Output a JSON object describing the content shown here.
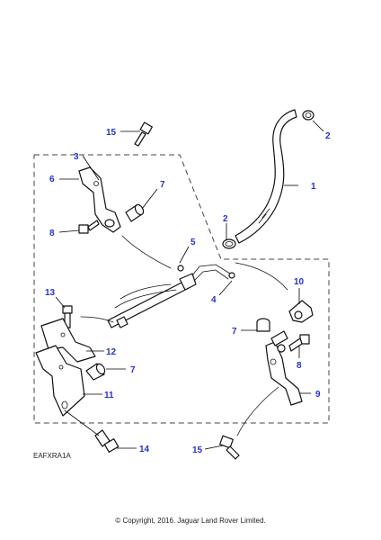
{
  "callouts": {
    "c1": "1",
    "c2a": "2",
    "c2b": "2",
    "c3": "3",
    "c4": "4",
    "c5": "5",
    "c6": "6",
    "c7a": "7",
    "c7b": "7",
    "c7c": "7",
    "c8a": "8",
    "c8b": "8",
    "c9": "9",
    "c10": "10",
    "c11": "11",
    "c12": "12",
    "c13": "13",
    "c14": "14",
    "c15a": "15",
    "c15b": "15"
  },
  "reference_code": "EAFXRA1A",
  "copyright": "© Copyright, 2016. Jaguar Land Rover Limited.",
  "colors": {
    "callout": "#2433c9",
    "line": "#111111"
  }
}
